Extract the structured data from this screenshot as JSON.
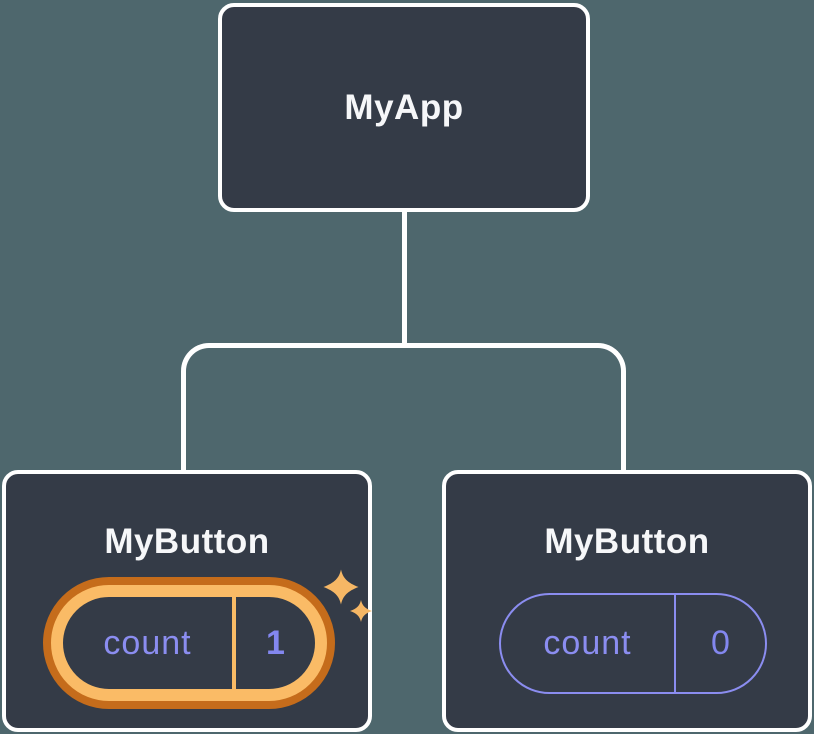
{
  "diagram": {
    "type": "component-tree",
    "background_color": "#4e676d",
    "node_fill_color": "#343b47",
    "node_border_color": "#ffffff",
    "connector_color": "#ffffff",
    "title_text_color": "#f6f7f9",
    "state_text_color": "#8b8df0",
    "highlight_outer_color": "#c56c1b",
    "highlight_inner_color": "#fabb66",
    "sparkle_color": "#f6b765",
    "root": {
      "label": "MyApp"
    },
    "children": [
      {
        "label": "MyButton",
        "state": {
          "name": "count",
          "value": "1"
        },
        "highlighted": true,
        "icon": "sparkles-icon"
      },
      {
        "label": "MyButton",
        "state": {
          "name": "count",
          "value": "0"
        },
        "highlighted": false
      }
    ]
  }
}
